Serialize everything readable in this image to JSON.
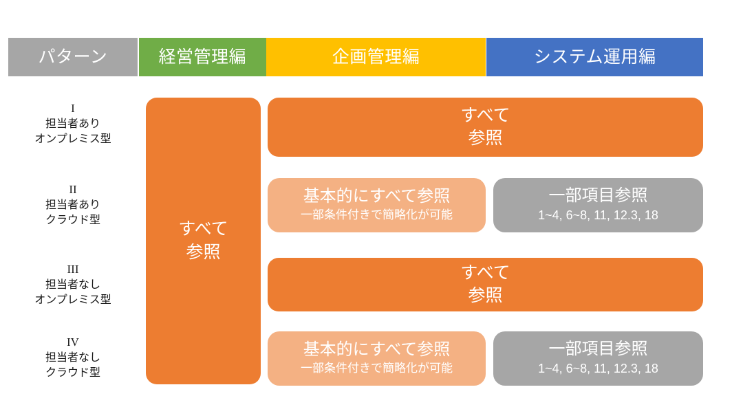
{
  "header": {
    "columns": [
      {
        "label": "パターン",
        "color": "#a6a6a6",
        "name": "pattern"
      },
      {
        "label": "経営管理編",
        "color": "#70ad47",
        "name": "management"
      },
      {
        "label": "企画管理編",
        "color": "#ffc000",
        "name": "planning"
      },
      {
        "label": "システム運用編",
        "color": "#4472c4",
        "name": "system-operation"
      }
    ]
  },
  "rows": [
    {
      "numeral": "I",
      "line1": "担当者あり",
      "line2": "オンプレミス型"
    },
    {
      "numeral": "II",
      "line1": "担当者あり",
      "line2": "クラウド型"
    },
    {
      "numeral": "III",
      "line1": "担当者なし",
      "line2": "オンプレミス型"
    },
    {
      "numeral": "IV",
      "line1": "担当者なし",
      "line2": "クラウド型"
    }
  ],
  "cells": {
    "span_orange": {
      "line1": "すべて",
      "line2": "参照",
      "color": "#ed7d31"
    },
    "wide_orange": {
      "line1": "すべて",
      "line2": "参照",
      "color": "#ed7d31"
    },
    "salmon": {
      "line1": "基本的にすべて参照",
      "line2": "一部条件付きで簡略化が可能",
      "color": "#f4b183"
    },
    "gray": {
      "line1": "一部項目参照",
      "line2": "1~4, 6~8, 11, 12.3, 18",
      "color": "#a6a6a6"
    }
  }
}
